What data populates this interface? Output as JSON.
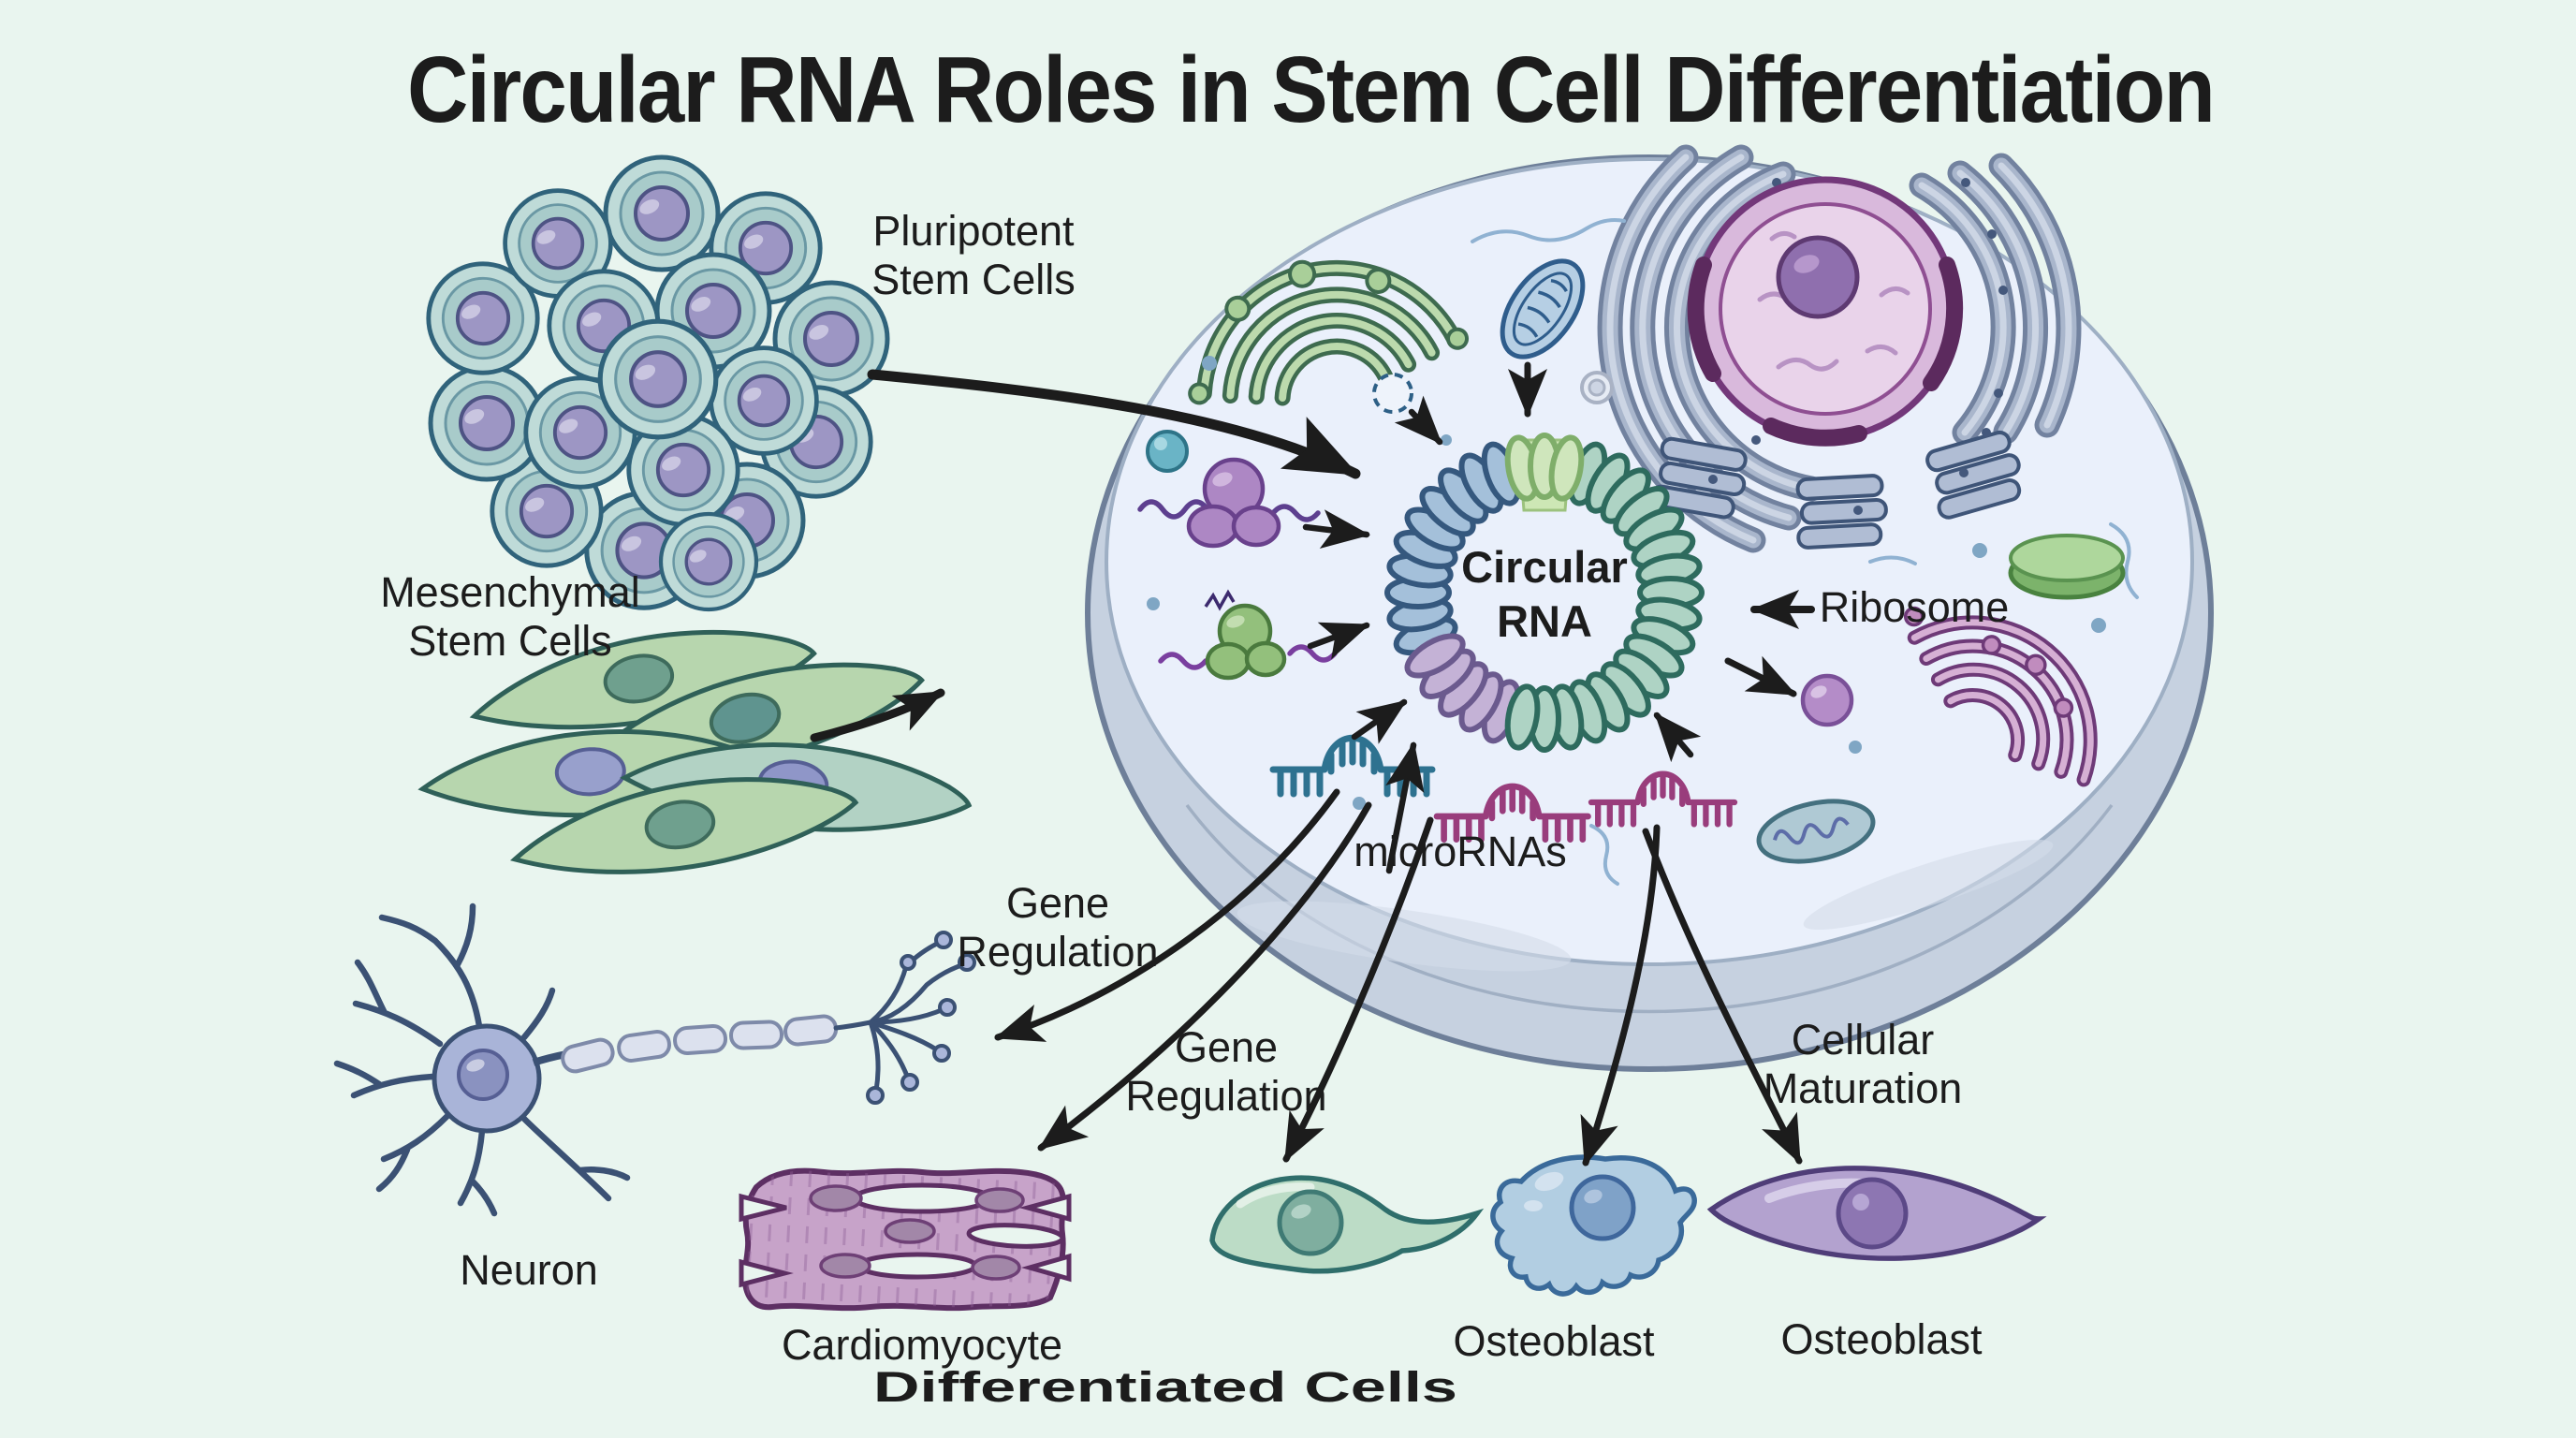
{
  "title": "Circular RNA Roles in Stem Cell Differentiation",
  "source_cells": {
    "pluripotent": {
      "line1": "Pluripotent",
      "line2": "Stem Cells"
    },
    "mesenchymal": {
      "line1": "Mesenchymal",
      "line2": "Stem Cells"
    }
  },
  "cell_interior": {
    "circular_rna": {
      "line1": "Circular",
      "line2": "RNA"
    },
    "ribosome": "Ribosome",
    "micrornas": "microRNAs"
  },
  "process_labels": {
    "gene_regulation_left": {
      "line1": "Gene",
      "line2": "Regulation"
    },
    "gene_regulation_middle": {
      "line1": "Gene",
      "line2": "Regulation"
    },
    "cellular_maturation": {
      "line1": "Cellular",
      "line2": "Maturation"
    }
  },
  "differentiated": {
    "heading": "Differentiated Cells",
    "neuron": "Neuron",
    "cardiomyocyte": "Cardiomyocyte",
    "osteoblast_left": "Osteoblast",
    "osteoblast_right": "Osteoblast"
  },
  "colors": {
    "background": "#e9f5ef",
    "label_color": "#1c1c1c",
    "arrow_color": "#1c1c1c",
    "cell_interior_fill": "#eaf0fb",
    "cell_membrane_rim": "#c6d1e0",
    "membrane_stroke": "#6e7f99",
    "nucleus_fill": "#d9b9dc",
    "nucleus_rim": "#5c2a5e",
    "nucleolus": "#8f6fae",
    "rough_er": "#8fa0bd",
    "golgi_green": "#3e6b4f",
    "golgi_purple": "#6e3a78",
    "mitochondrion_blue": "#2f5d8c",
    "ring_teal": "#2e6b5e",
    "ring_blue": "#35587e",
    "ring_purple": "#6b5a8e",
    "ring_green": "#7fae6a",
    "mirna_teal": "#2e7290",
    "mirna_magenta": "#993d7c",
    "pluripotent_cell": "#bfdbd8",
    "pluripotent_nucleus": "#9d96c4",
    "mesenchymal_fill": "#b7d6ae",
    "neuron_fill": "#a9b4d8",
    "cardiomyocyte_fill": "#c7a3c9",
    "green_cell_fill": "#bcdcc6",
    "osteoblast_blue": "#b2cee2",
    "osteoblast_purple": "#b3a2cf"
  }
}
